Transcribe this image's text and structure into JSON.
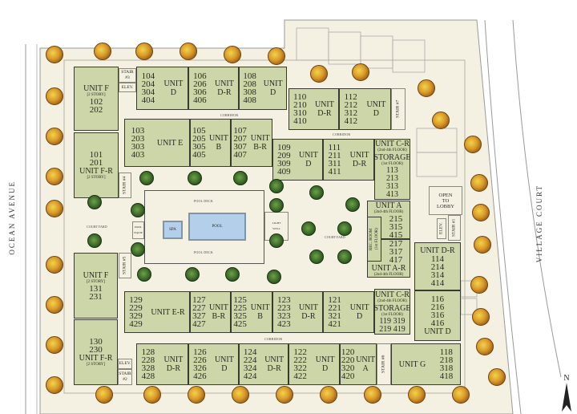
{
  "streets": {
    "west": "OCEAN AVENUE",
    "east": "VILLAGE COURT"
  },
  "north_arrow": "N",
  "colors": {
    "unit_fill": "#cdd6a9",
    "ground": "#f4f1e3",
    "pool": "#b4cfe9",
    "tree_orange": "#d89a2a",
    "tree_green": "#3f6f2a"
  },
  "units": [
    {
      "label": "UNIT F",
      "note": "[2 STORY]",
      "numbers": "102\n202"
    },
    {
      "label": "UNIT F-R",
      "note": "[2 STORY]",
      "numbers": "101\n201"
    },
    {
      "label": "UNIT\nD",
      "numbers": "104\n204\n304\n404"
    },
    {
      "label": "UNIT\nD-R",
      "numbers": "106\n206\n306\n406"
    },
    {
      "label": "UNIT\nD",
      "numbers": "108\n208\n308\n408"
    },
    {
      "label": "UNIT\nD-R",
      "numbers": "110\n210\n310\n410"
    },
    {
      "label": "UNIT\nD",
      "numbers": "112\n212\n312\n412"
    },
    {
      "label": "UNIT E",
      "numbers": "103\n203\n303\n403"
    },
    {
      "label": "UNIT\nB",
      "numbers": "105\n205\n305\n405"
    },
    {
      "label": "UNIT\nB-R",
      "numbers": "107\n207\n307\n407"
    },
    {
      "label": "UNIT\nD",
      "numbers": "109\n209\n309\n409"
    },
    {
      "label": "UNIT\nD-R",
      "numbers": "111\n211\n311\n411"
    },
    {
      "label": "UNIT C-R",
      "note": "(2nd-4th FLOOR)",
      "label2": "STORAGE",
      "note2": "(1st FLOOR)",
      "numbers": "113\n213\n313\n413"
    },
    {
      "label": "UNIT A",
      "note": "(2nd-4th FLOOR)",
      "numbers": "215\n315\n415"
    },
    {
      "label": "UNIT A-R",
      "note": "(2nd-4th FLOOR)",
      "numbers": "217\n317\n417"
    },
    {
      "label": "UNIT D-R",
      "numbers": "114\n214\n314\n414"
    },
    {
      "label": "UNIT D",
      "numbers": "116\n216\n316\n416"
    },
    {
      "label": "UNIT G",
      "numbers": "118\n218\n318\n418"
    },
    {
      "label": "UNIT\nA",
      "numbers": "120\n220\n320\n420"
    },
    {
      "label": "UNIT\nD",
      "numbers": "122\n222\n322\n422"
    },
    {
      "label": "UNIT\nD-R",
      "numbers": "124\n224\n324\n424"
    },
    {
      "label": "UNIT\nD",
      "numbers": "126\n226\n326\n426"
    },
    {
      "label": "UNIT\nD-R",
      "numbers": "128\n228\n328\n428"
    },
    {
      "label": "UNIT F-R",
      "note": "[2 STORY]",
      "numbers": "130\n230"
    },
    {
      "label": "UNIT F",
      "note": "[2 STORY]",
      "numbers": "131\n231"
    },
    {
      "label": "UNIT E-R",
      "numbers": "129\n229\n329\n429"
    },
    {
      "label": "UNIT\nB-R",
      "numbers": "127\n227\n327\n427"
    },
    {
      "label": "UNIT\nB",
      "numbers": "125\n225\n325\n425"
    },
    {
      "label": "UNIT\nD-R",
      "numbers": "123\n223\n323\n423"
    },
    {
      "label": "UNIT\nD",
      "numbers": "121\n221\n321\n421"
    },
    {
      "label": "UNIT C-R",
      "note": "(2nd-4th FLOOR)",
      "label2": "STORAGE",
      "note2": "(1st FLOOR)",
      "numbers": "119  319\n219  419"
    }
  ],
  "amenities": {
    "stair1": "STAIR #1",
    "stair2": "STAIR\n#2",
    "stair3": "STAIR\n#3",
    "stair4": "STAIR #4",
    "stair5": "STAIR #5",
    "stair6": "STAIR #6",
    "stair7": "STAIR #7",
    "elev": "ELEV.",
    "rec_room": "REC. ROOM\n(1st FLOOR)",
    "open_lobby": "OPEN\nTO\nLOBBY",
    "pool": "POOL",
    "spa": "SPA",
    "pool_deck": "POOL DECK",
    "pool_equip": "POOL\nEQUIP",
    "light_well": "LIGHT\nWELL",
    "courtyard": "COURTYARD",
    "corridor": "CORRIDOR"
  }
}
